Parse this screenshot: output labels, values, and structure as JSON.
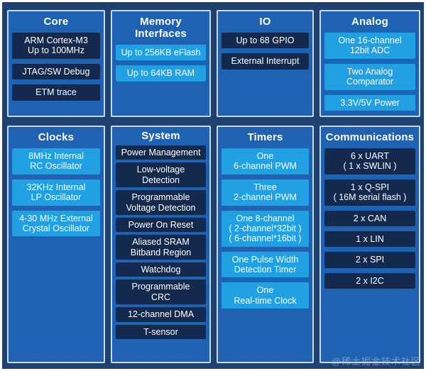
{
  "colors": {
    "background": "#1e4170",
    "panel_fill": "#1f62b1",
    "panel_border": "#c3d9ee",
    "dark_box": "#13294e",
    "light_box": "#21a0e3",
    "text": "#ffffff",
    "watermark": "#bec8d2"
  },
  "watermark": {
    "text": "@稀土掘金技术社区"
  },
  "panels": [
    {
      "id": "core",
      "title": "Core",
      "box_style": "dark",
      "tight": false,
      "items": [
        {
          "lines": [
            "ARM Cortex-M3",
            "Up to 100MHz"
          ]
        },
        {
          "lines": [
            "JTAG/SW Debug"
          ]
        },
        {
          "lines": [
            "ETM trace"
          ]
        }
      ]
    },
    {
      "id": "memory-interfaces",
      "title": "Memory Interfaces",
      "box_style": "light",
      "tight": false,
      "items": [
        {
          "lines": [
            "Up to 256KB eFlash"
          ]
        },
        {
          "lines": [
            "Up to 64KB RAM"
          ]
        }
      ]
    },
    {
      "id": "io",
      "title": "IO",
      "box_style": "dark",
      "tight": false,
      "items": [
        {
          "lines": [
            "Up to 68 GPIO"
          ]
        },
        {
          "lines": [
            "External Interrupt"
          ]
        }
      ]
    },
    {
      "id": "analog",
      "title": "Analog",
      "box_style": "light",
      "tight": false,
      "items": [
        {
          "lines": [
            "One 16-channel",
            "12bit ADC"
          ]
        },
        {
          "lines": [
            "Two Analog",
            "Comparator"
          ]
        },
        {
          "lines": [
            "3.3V/5V Power"
          ]
        }
      ]
    },
    {
      "id": "clocks",
      "title": "Clocks",
      "box_style": "light",
      "tight": false,
      "items": [
        {
          "lines": [
            "8MHz Internal",
            "RC Oscillator"
          ]
        },
        {
          "lines": [
            "32KHz Internal",
            "LP Oscillator"
          ]
        },
        {
          "lines": [
            "4-30 MHz External",
            "Crystal Oscillator"
          ]
        }
      ]
    },
    {
      "id": "system",
      "title": "System",
      "box_style": "dark",
      "tight": true,
      "items": [
        {
          "lines": [
            "Power Management"
          ]
        },
        {
          "lines": [
            "Low-voltage",
            "Detection"
          ]
        },
        {
          "lines": [
            "Programmable",
            "Voltage Detection"
          ]
        },
        {
          "lines": [
            "Power On Reset"
          ]
        },
        {
          "lines": [
            "Aliased SRAM",
            "Bitband Region"
          ]
        },
        {
          "lines": [
            "Watchdog"
          ]
        },
        {
          "lines": [
            "Programmable",
            "CRC"
          ]
        },
        {
          "lines": [
            "12-channel DMA"
          ]
        },
        {
          "lines": [
            "T-sensor"
          ]
        }
      ]
    },
    {
      "id": "timers",
      "title": "Timers",
      "box_style": "light",
      "tight": false,
      "items": [
        {
          "lines": [
            "One",
            "6-channel PWM"
          ]
        },
        {
          "lines": [
            "Three",
            "2-channel PWM"
          ]
        },
        {
          "lines": [
            "One 8-channel",
            "( 2-channel*32bit )",
            "( 6-channel*16bit )"
          ]
        },
        {
          "lines": [
            "One Pulse Width",
            "Detection Timer"
          ]
        },
        {
          "lines": [
            "One",
            "Real-time Clock"
          ]
        }
      ]
    },
    {
      "id": "communications",
      "title": "Communications",
      "box_style": "dark",
      "tight": false,
      "items": [
        {
          "lines": [
            "6 x UART",
            "( 1 x SWLIN )"
          ]
        },
        {
          "lines": [
            "1 x Q-SPI",
            "( 16M serial flash )"
          ]
        },
        {
          "lines": [
            "2 x CAN"
          ]
        },
        {
          "lines": [
            "1 x LIN"
          ]
        },
        {
          "lines": [
            "2 x SPI"
          ]
        },
        {
          "lines": [
            "2 x I2C"
          ]
        }
      ]
    }
  ]
}
